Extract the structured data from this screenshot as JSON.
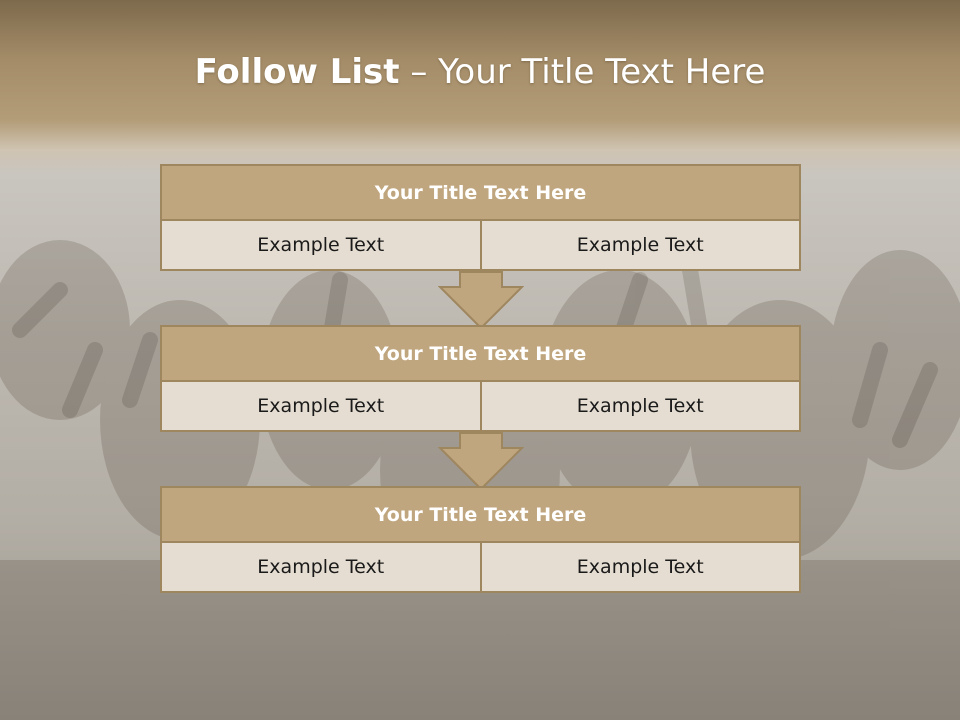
{
  "slide": {
    "title_bold": "Follow List",
    "title_dash": "–",
    "title_rest": "Your Title Text Here"
  },
  "blocks": [
    {
      "title": "Your Title Text Here",
      "left": "Example Text",
      "right": "Example Text"
    },
    {
      "title": "Your Title Text Here",
      "left": "Example Text",
      "right": "Example Text"
    },
    {
      "title": "Your Title Text Here",
      "left": "Example Text",
      "right": "Example Text"
    }
  ],
  "colors": {
    "header_fill": "#c0a67e",
    "header_border": "#9e865f",
    "cell_fill": "#e5ddd1",
    "arrow_fill": "#c0a67e",
    "title_text": "#ffffff"
  },
  "icons": [
    "down-arrow-icon",
    "crowd-background-image"
  ]
}
